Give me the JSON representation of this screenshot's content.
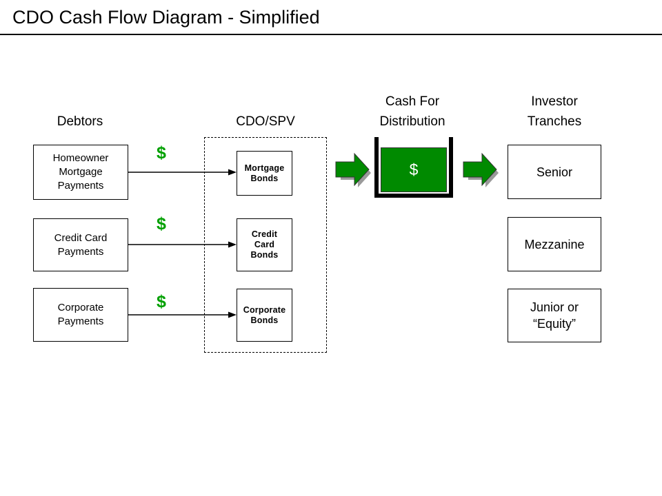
{
  "slide": {
    "title": "CDO Cash Flow Diagram - Simplified"
  },
  "headers": {
    "debtors": "Debtors",
    "cdo_spv": "CDO/SPV",
    "cash_for_distribution_line1": "Cash For",
    "cash_for_distribution_line2": "Distribution",
    "investor_tranches_line1": "Investor",
    "investor_tranches_line2": "Tranches"
  },
  "debtors": [
    {
      "line1": "Homeowner",
      "line2": "Mortgage",
      "line3": "Payments"
    },
    {
      "line1": "Credit Card",
      "line2": "Payments",
      "line3": ""
    },
    {
      "line1": "Corporate",
      "line2": "Payments",
      "line3": ""
    }
  ],
  "bonds": [
    {
      "line1": "Mortgage",
      "line2": "Bonds",
      "line3": ""
    },
    {
      "line1": "Credit",
      "line2": "Card",
      "line3": "Bonds"
    },
    {
      "line1": "Corporate",
      "line2": "Bonds",
      "line3": ""
    }
  ],
  "tranches": [
    {
      "line1": "Senior",
      "line2": ""
    },
    {
      "line1": "Mezzanine",
      "line2": ""
    },
    {
      "line1": "Junior or",
      "line2": "“Equity”"
    }
  ],
  "flow_labels": {
    "dollar": "$"
  },
  "bucket": {
    "symbol": "$"
  },
  "colors": {
    "arrow_green": "#008a00",
    "dollar_green": "#00a000",
    "bucket_fill": "#008a00",
    "outline": "#000000",
    "background": "#ffffff",
    "shadow": "#9a9a9a"
  },
  "icons": {
    "arrow_in": "right-block-arrow-icon",
    "arrow_out": "right-block-arrow-icon",
    "connector": "right-arrow-line-icon"
  }
}
